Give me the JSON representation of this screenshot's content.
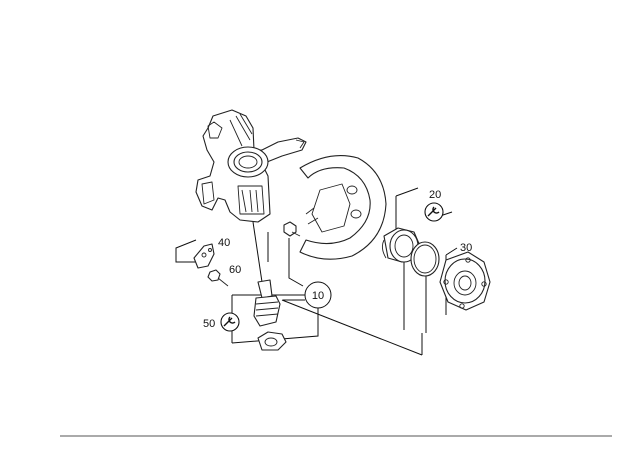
{
  "diagram": {
    "callouts": {
      "part_10": "10",
      "part_20": "20",
      "part_30": "30",
      "part_40": "40",
      "part_50": "50",
      "part_60": "60"
    },
    "icons": {
      "part_20": "wrench-icon",
      "part_50": "wrench-icon"
    }
  }
}
